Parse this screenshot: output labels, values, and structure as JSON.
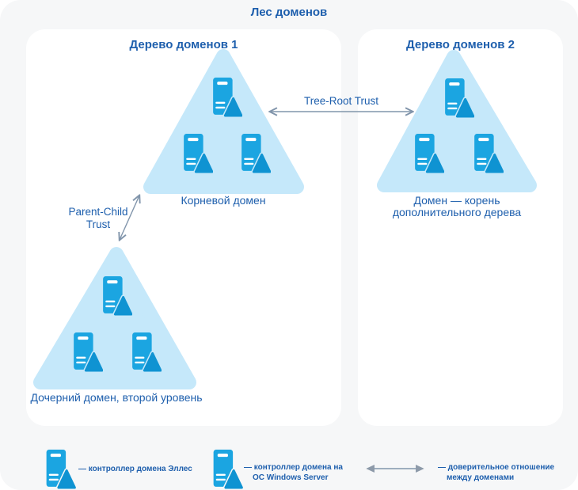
{
  "page": {
    "title": "Лес доменов"
  },
  "trees": [
    {
      "title": "Дерево доменов 1",
      "root_label": "Корневой домен",
      "child_label": "Дочерний домен, второй уровень"
    },
    {
      "title": "Дерево доменов 2",
      "root_label_line1": "Домен — корень",
      "root_label_line2": "дополнительного дерева"
    }
  ],
  "trusts": {
    "tree_root": "Tree-Root Trust",
    "parent_child_line1": "Parent-Child",
    "parent_child_line2": "Trust"
  },
  "legend": {
    "items": [
      {
        "icon": "server-icon",
        "label": "— контроллер домена Эллес"
      },
      {
        "icon": "server-icon",
        "line1": "— контроллер домена на",
        "line2": "ОС Windows Server"
      },
      {
        "icon": "double-arrow-icon",
        "line1": "— доверительное отношение",
        "line2": "между доменами"
      }
    ]
  },
  "colors": {
    "page_bg": "#f6f7f8",
    "card_bg": "#ffffff",
    "triangle_fill": "#c5e8fa",
    "server_blue": "#1ba5e1",
    "server_dark": "#0f93d2",
    "text_blue": "#1e5fad",
    "arrow_gray": "#8195ab"
  }
}
